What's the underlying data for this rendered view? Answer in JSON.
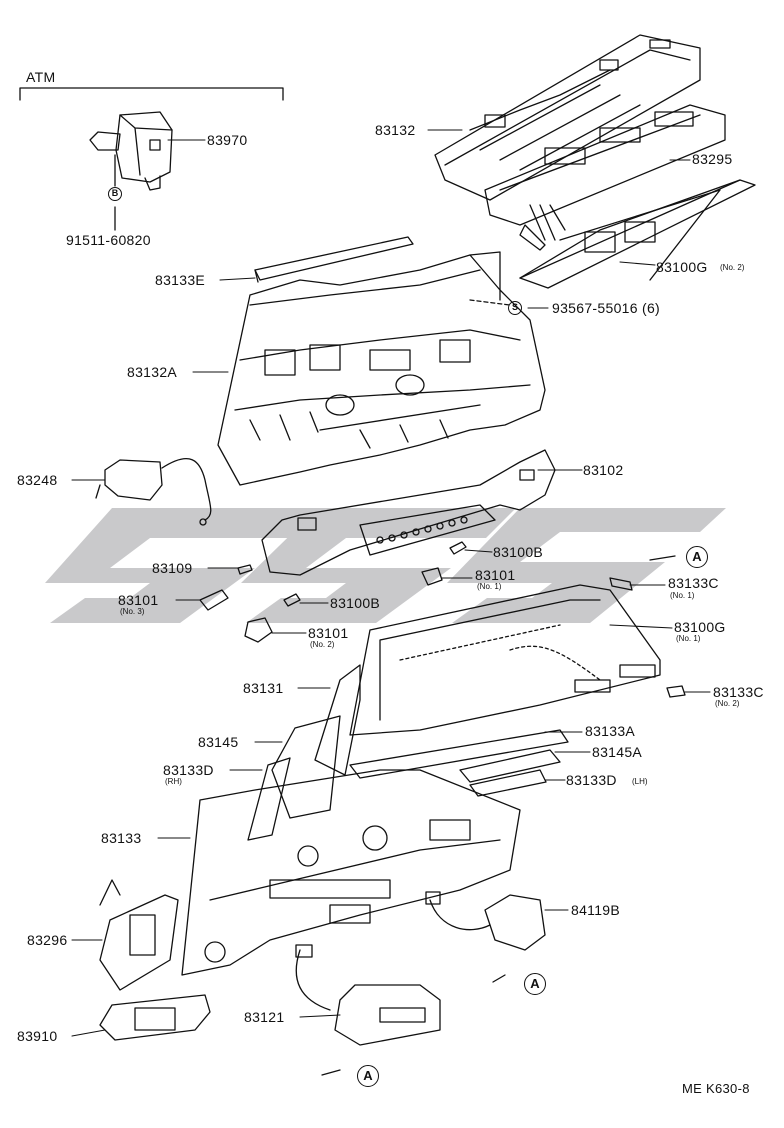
{
  "watermark_color": "#c9c9cb",
  "header": {
    "atm": "ATM"
  },
  "footer": {
    "code": "ME K630-8"
  },
  "refs": {
    "b": "B",
    "s": "S",
    "a": "A"
  },
  "parts": {
    "p83970": "83970",
    "p91511": "91511-60820",
    "p83132": "83132",
    "p83295": "83295",
    "p83100g2": "83100G",
    "p83100g2_no": "(No. 2)",
    "p83133e": "83133E",
    "p93567": "93567-55016 (6)",
    "p83132a": "83132A",
    "p83248": "83248",
    "p83102": "83102",
    "p83100b_1": "83100B",
    "p83109": "83109",
    "p83101_1": "83101",
    "p83101_1_no": "(No. 1)",
    "p83133c_1": "83133C",
    "p83133c_1_no": "(No. 1)",
    "p83101_3": "83101",
    "p83101_3_no": "(No. 3)",
    "p83100b_2": "83100B",
    "p83100g1": "83100G",
    "p83100g1_no": "(No. 1)",
    "p83101_2": "83101",
    "p83101_2_no": "(No. 2)",
    "p83131": "83131",
    "p83133c_2": "83133C",
    "p83133c_2_no": "(No. 2)",
    "p83133a": "83133A",
    "p83145": "83145",
    "p83145a": "83145A",
    "p83133d_rh": "83133D",
    "p83133d_rh_no": "(RH)",
    "p83133d_lh": "83133D",
    "p83133d_lh_no": "(LH)",
    "p83133": "83133",
    "p84119b": "84119B",
    "p83296": "83296",
    "p83121": "83121",
    "p83910": "83910"
  }
}
